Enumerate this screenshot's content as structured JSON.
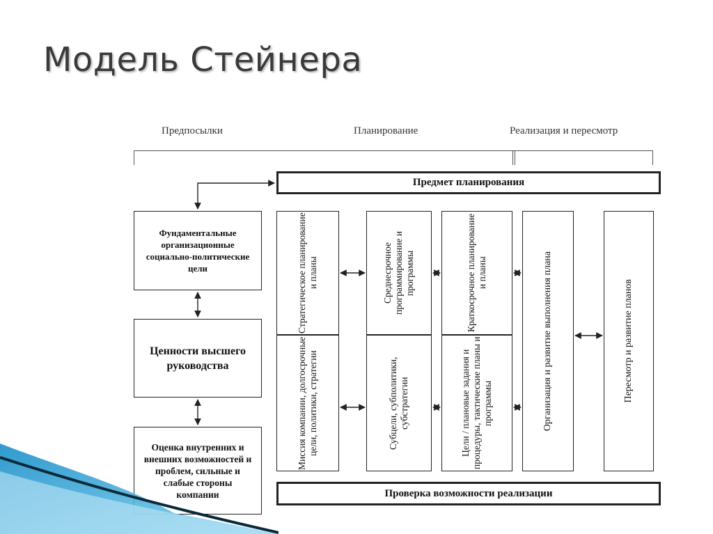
{
  "slide": {
    "title": "Модель Стейнера"
  },
  "phases": {
    "prerequisites": "Предпосылки",
    "planning": "Планирование",
    "implementation": "Реализация и пересмотр"
  },
  "bars": {
    "subject": "Предмет планирования",
    "feasibility": "Проверка возможности реализации"
  },
  "left_column": {
    "goals": "Фундаментальные организационные социально-политические цели",
    "values": "Ценности высшего руководства",
    "assessment": "Оценка внутренних и внешних возможностей и проблем, сильные и слабые стороны компании"
  },
  "planning_columns": {
    "strategic_top": "Стратегическое планирование и планы",
    "strategic_bottom": "Миссия компании, долгосрочные цели, политики, стратегии",
    "medium_top": "Среднесрочное программирование и программы",
    "medium_bottom": "Субцели, субполитики, субстратегии",
    "short_top": "Краткосрочное планирование и планы",
    "short_bottom": "Цели / плановые задания и процедуры, тактические планы и программы"
  },
  "implementation_columns": {
    "organization": "Организация и развитие выполнения плана",
    "review": "Пересмотр и развитие планов"
  }
}
